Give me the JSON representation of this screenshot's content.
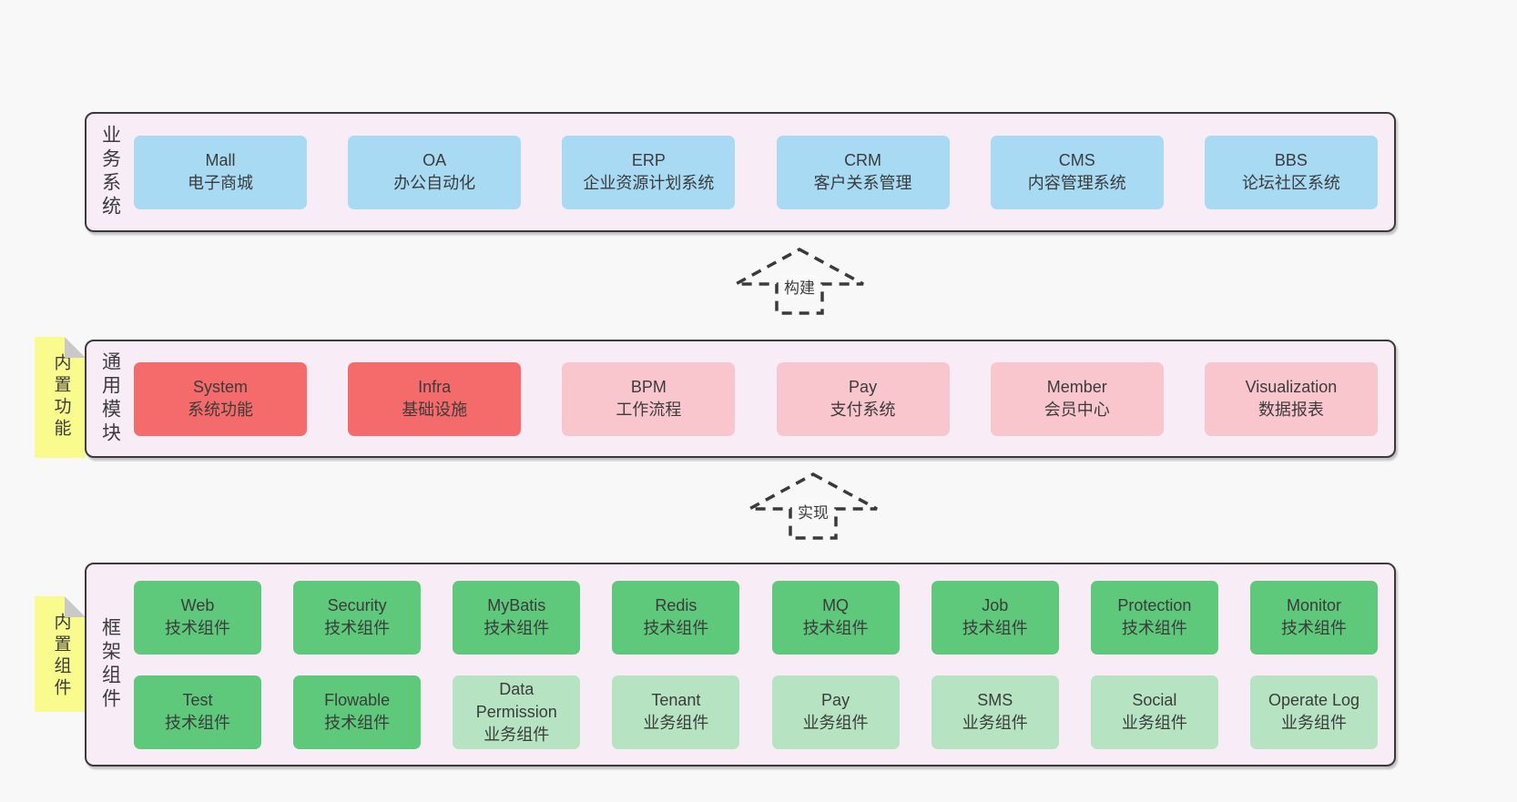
{
  "colors": {
    "page_bg": "#f8f8f8",
    "panel_bg": "#f8edf7",
    "panel_border": "#3a3a3a",
    "blue": "#a8daf4",
    "red": "#f56a6a",
    "pink": "#f9c6ce",
    "green": "#5ec97b",
    "light_green": "#b6e4c2",
    "note_yellow": "#f9fc8d",
    "note_fold": "#c9c9c9",
    "text": "#3b3b3b"
  },
  "layers": {
    "business": {
      "label": "业务系统",
      "boxes": [
        {
          "en": "Mall",
          "zh": "电子商城",
          "color": "blue"
        },
        {
          "en": "OA",
          "zh": "办公自动化",
          "color": "blue"
        },
        {
          "en": "ERP",
          "zh": "企业资源计划系统",
          "color": "blue"
        },
        {
          "en": "CRM",
          "zh": "客户关系管理",
          "color": "blue"
        },
        {
          "en": "CMS",
          "zh": "内容管理系统",
          "color": "blue"
        },
        {
          "en": "BBS",
          "zh": "论坛社区系统",
          "color": "blue"
        }
      ]
    },
    "modules": {
      "label": "通用模块",
      "note": "内置功能",
      "boxes": [
        {
          "en": "System",
          "zh": "系统功能",
          "color": "red"
        },
        {
          "en": "Infra",
          "zh": "基础设施",
          "color": "red"
        },
        {
          "en": "BPM",
          "zh": "工作流程",
          "color": "pink"
        },
        {
          "en": "Pay",
          "zh": "支付系统",
          "color": "pink"
        },
        {
          "en": "Member",
          "zh": "会员中心",
          "color": "pink"
        },
        {
          "en": "Visualization",
          "zh": "数据报表",
          "color": "pink"
        }
      ]
    },
    "components": {
      "label": "框架组件",
      "note": "内置组件",
      "rows": [
        [
          {
            "en": "Web",
            "zh": "技术组件",
            "color": "green"
          },
          {
            "en": "Security",
            "zh": "技术组件",
            "color": "green"
          },
          {
            "en": "MyBatis",
            "zh": "技术组件",
            "color": "green"
          },
          {
            "en": "Redis",
            "zh": "技术组件",
            "color": "green"
          },
          {
            "en": "MQ",
            "zh": "技术组件",
            "color": "green"
          },
          {
            "en": "Job",
            "zh": "技术组件",
            "color": "green"
          },
          {
            "en": "Protection",
            "zh": "技术组件",
            "color": "green"
          },
          {
            "en": "Monitor",
            "zh": "技术组件",
            "color": "green"
          }
        ],
        [
          {
            "en": "Test",
            "zh": "技术组件",
            "color": "green"
          },
          {
            "en": "Flowable",
            "zh": "技术组件",
            "color": "green"
          },
          {
            "en": "Data Permission",
            "zh": "业务组件",
            "color": "light_green"
          },
          {
            "en": "Tenant",
            "zh": "业务组件",
            "color": "light_green"
          },
          {
            "en": "Pay",
            "zh": "业务组件",
            "color": "light_green"
          },
          {
            "en": "SMS",
            "zh": "业务组件",
            "color": "light_green"
          },
          {
            "en": "Social",
            "zh": "业务组件",
            "color": "light_green"
          },
          {
            "en": "Operate Log",
            "zh": "业务组件",
            "color": "light_green"
          }
        ]
      ]
    }
  },
  "arrows": [
    {
      "label": "构建"
    },
    {
      "label": "实现"
    }
  ]
}
